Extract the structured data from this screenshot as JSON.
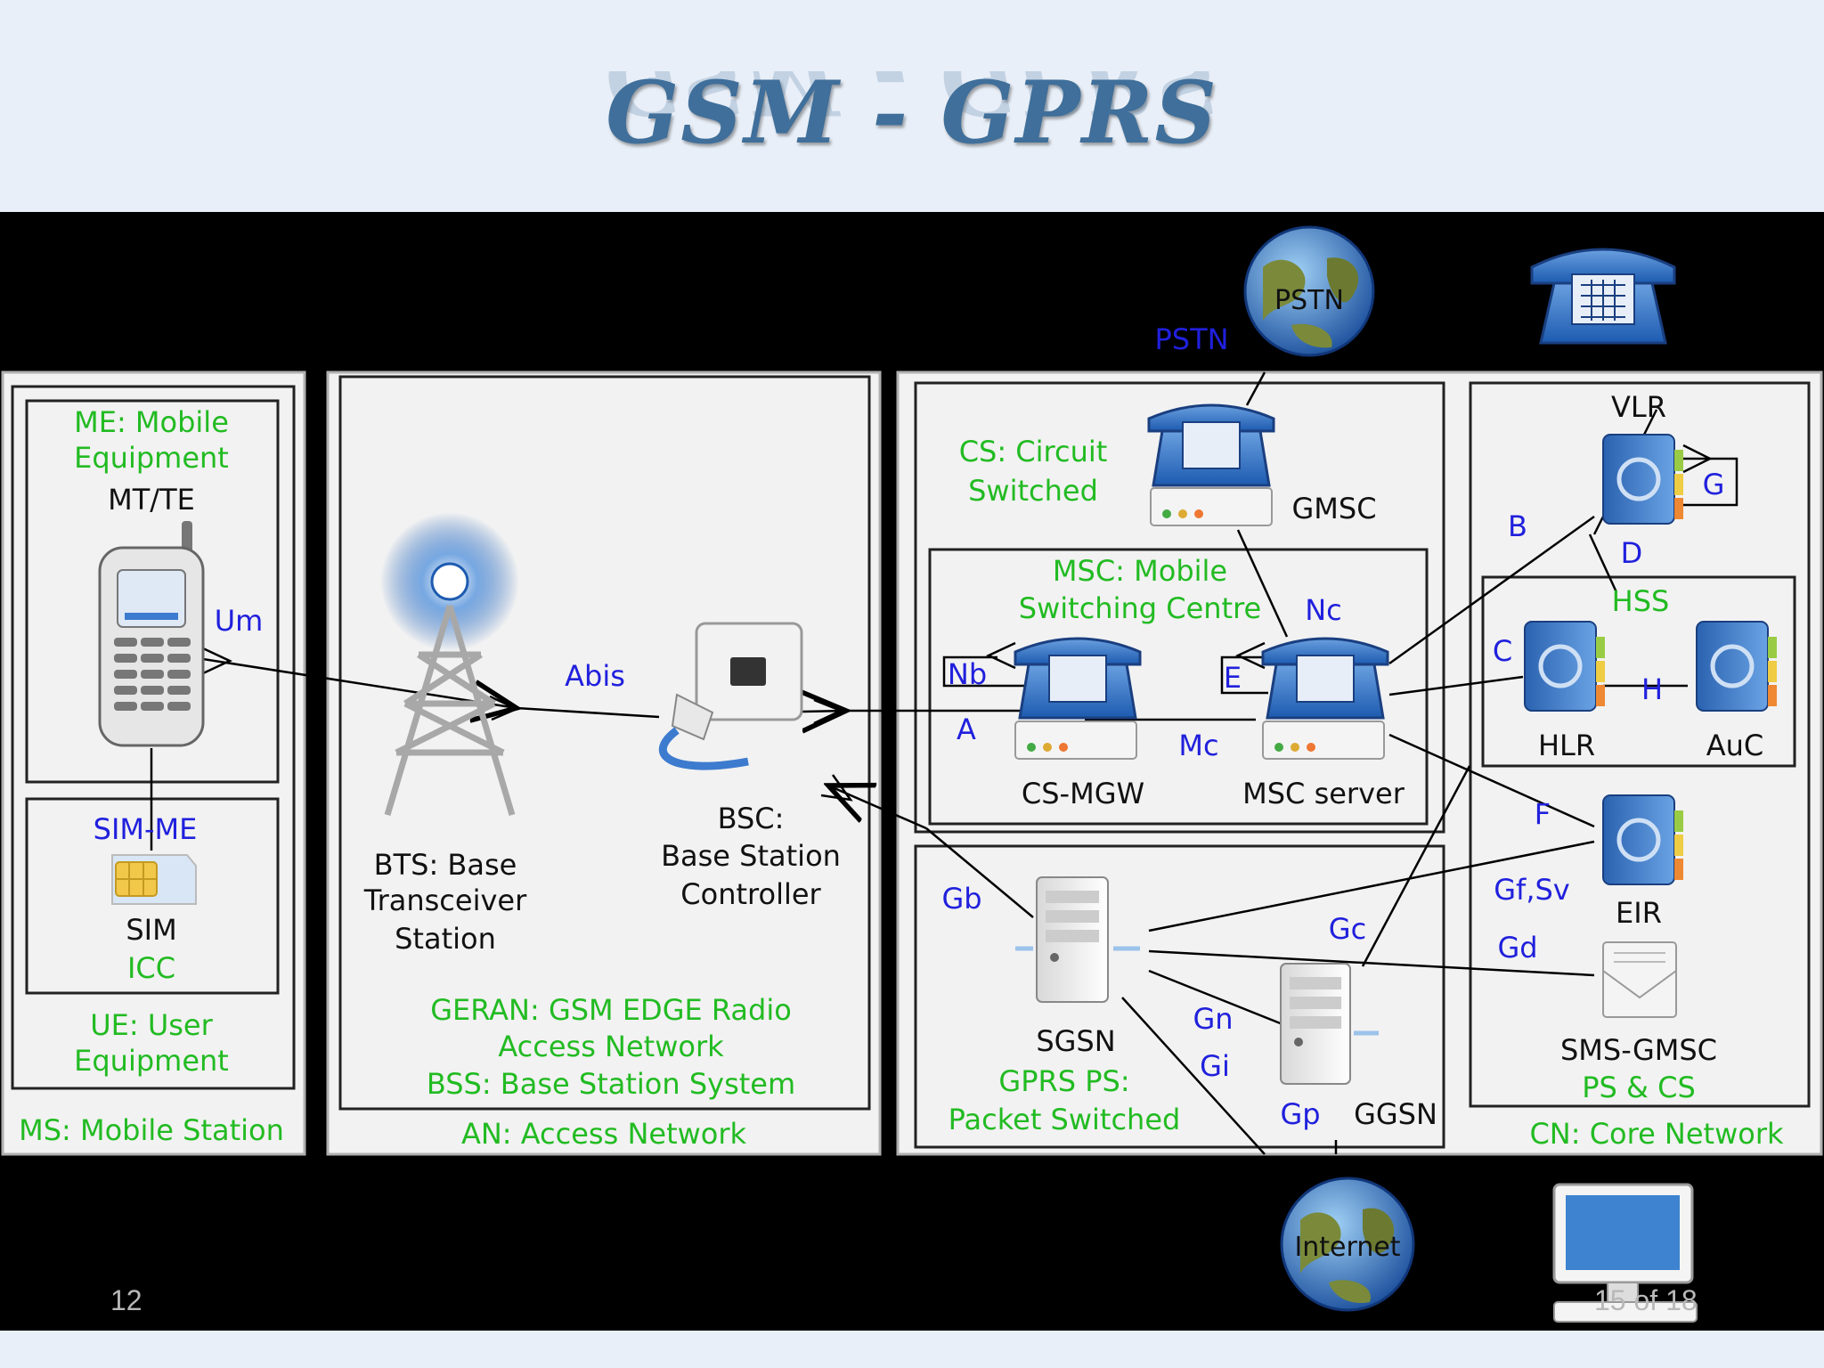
{
  "slide": {
    "title": "GSM - GPRS",
    "page_number": "12",
    "page_counter": "15 of 18"
  },
  "colors": {
    "header_bg": "#e9eff8",
    "title": "#3f6f9a",
    "diagram_bg": "#000000",
    "panel_bg": "#f2f2f2",
    "green_label": "#22bb22",
    "blue_label": "#2020dd",
    "black_label": "#111111"
  },
  "diagram": {
    "ms": {
      "region": "MS: Mobile Station",
      "me": "ME: Mobile",
      "me2": "Equipment",
      "mt": "MT/TE",
      "um": "Um",
      "simme": "SIM-ME",
      "sim": "SIM",
      "icc": "ICC",
      "ue1": "UE: User",
      "ue2": "Equipment"
    },
    "an": {
      "region": "AN: Access Network",
      "bts1": "BTS: Base",
      "bts2": "Transceiver",
      "bts3": "Station",
      "abis": "Abis",
      "bsc1": "BSC:",
      "bsc2": "Base Station",
      "bsc3": "Controller",
      "geran1": "GERAN: GSM EDGE Radio",
      "geran2": "Access Network",
      "bss": "BSS: Base Station System"
    },
    "cs": {
      "cs1": "CS: Circuit",
      "cs2": "Switched",
      "gmsc": "GMSC",
      "msc1": "MSC: Mobile",
      "msc2": "Switching Centre",
      "nc": "Nc",
      "nb": "Nb",
      "e": "E",
      "a": "A",
      "mc": "Mc",
      "csmgw": "CS-MGW",
      "mscserver": "MSC server"
    },
    "ps": {
      "gb": "Gb",
      "sgsn": "SGSN",
      "gprs1": "GPRS PS:",
      "gprs2": "Packet Switched",
      "gn": "Gn",
      "gi": "Gi",
      "gp": "Gp",
      "ggsn": "GGSN",
      "gc": "Gc"
    },
    "cn": {
      "region": "CN: Core Network",
      "vlr": "VLR",
      "g": "G",
      "b": "B",
      "d": "D",
      "hss": "HSS",
      "c": "C",
      "h": "H",
      "hlr": "HLR",
      "auc": "AuC",
      "f": "F",
      "eir": "EIR",
      "gfsv": "Gf,Sv",
      "gd": "Gd",
      "smsgmsc": "SMS-GMSC",
      "pscs": "PS & CS"
    },
    "external": {
      "pstn_label": "PSTN",
      "pstn_globe": "PSTN",
      "internet": "Internet"
    }
  }
}
